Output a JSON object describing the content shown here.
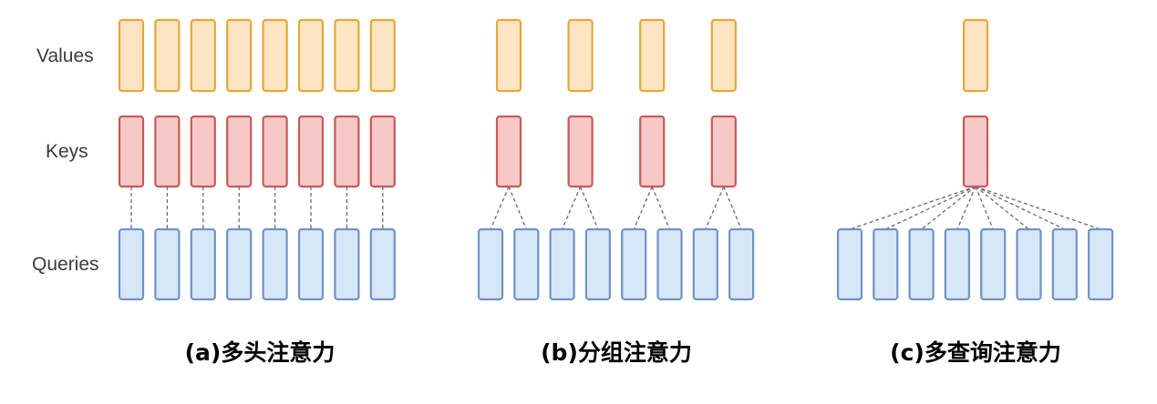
{
  "row_labels": {
    "values": "Values",
    "keys": "Keys",
    "queries": "Queries"
  },
  "panels": [
    {
      "id": "mha",
      "caption": "(a)多头注意力",
      "query_heads": 8,
      "kv_heads": 8
    },
    {
      "id": "gqa",
      "caption": "(b)分组注意力",
      "query_heads": 8,
      "kv_heads": 4
    },
    {
      "id": "mqa",
      "caption": "(c)多查询注意力",
      "query_heads": 8,
      "kv_heads": 1
    }
  ],
  "colors": {
    "values_fill": "#fde5c3",
    "values_stroke": "#e2a83a",
    "keys_fill": "#f6c9c8",
    "keys_stroke": "#c65b56",
    "queries_fill": "#d7e6f8",
    "queries_stroke": "#6e93c8",
    "connector": "#6b6b6b"
  }
}
